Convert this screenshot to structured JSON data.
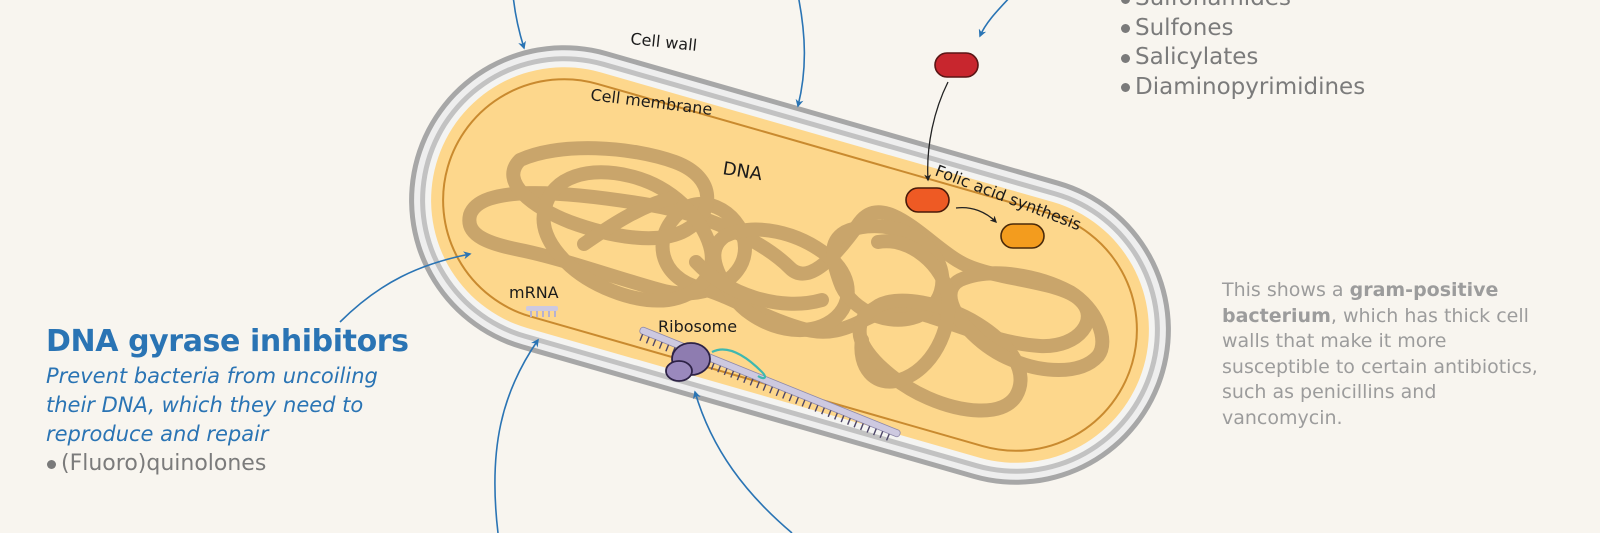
{
  "labels": {
    "cell_wall": "Cell wall",
    "cell_membrane": "Cell membrane",
    "dna": "DNA",
    "folic_acid_synthesis": "Folic acid synthesis",
    "mrna": "mRNA",
    "ribosome": "Ribosome"
  },
  "folate_inhibitors": {
    "items": [
      "Sulfonamides",
      "Sulfones",
      "Salicylates",
      "Diaminopyrimidines"
    ]
  },
  "dna_gyrase": {
    "title": "DNA gyrase inhibitors",
    "description": "Prevent bacteria from uncoiling their DNA, which they need to reproduce and repair",
    "items": [
      "(Fluoro)quinolones"
    ]
  },
  "gram_note": {
    "prefix": "This shows a ",
    "bold": "gram-positive bacterium",
    "suffix": ", which has thick cell walls that make it more susceptible to certain antibiotics, such as penicillins and vancomycin."
  },
  "colors": {
    "background": "#f8f5ef",
    "cytoplasm": "#fdd78c",
    "membrane": "#c98a2f",
    "cell_wall_outer": "#a3a3a3",
    "dna_strand": "#c9a56b",
    "arrow_blue": "#2a74b4",
    "enzyme_red": "#c8262e",
    "enzyme_orange_red": "#ee5a24",
    "enzyme_orange": "#f39c1e",
    "ribosome": "#8e7cb0",
    "mrna_strand": "#cdc9e0"
  }
}
